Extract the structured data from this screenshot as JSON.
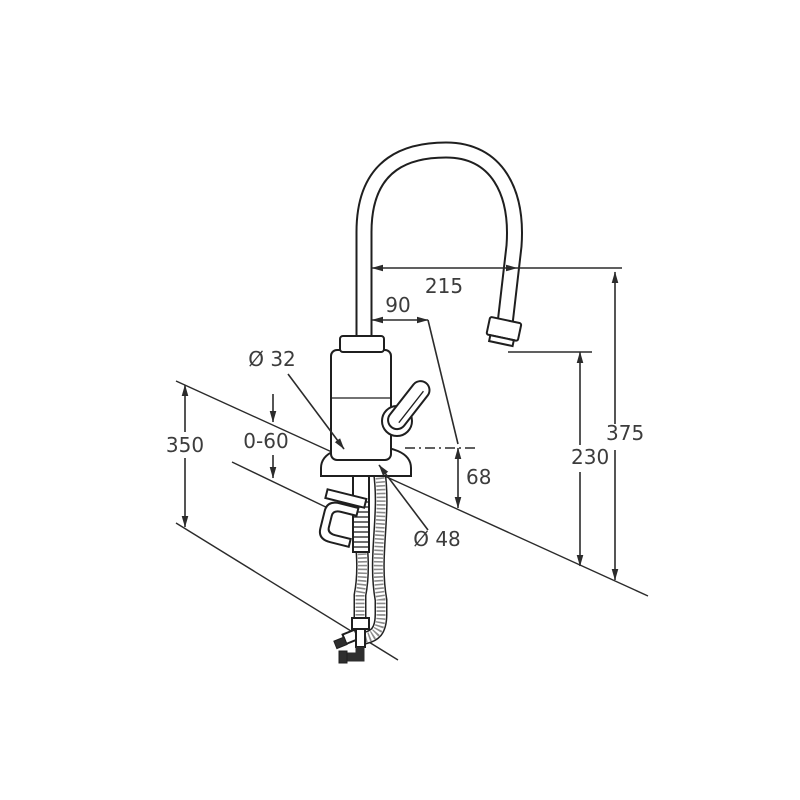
{
  "diagram": {
    "type": "technical-dimension-drawing",
    "subject": "single-lever kitchen faucet with swivel gooseneck spout, mounting shank and flexible supply hoses",
    "units": "mm",
    "dimensions": {
      "spout_reach": {
        "label": "215"
      },
      "spout_offset": {
        "label": "90"
      },
      "total_height": {
        "label": "375"
      },
      "outlet_height": {
        "label": "230"
      },
      "outlet_clearance": {
        "label": "68"
      },
      "body_diameter": {
        "label": "Ø 32"
      },
      "deck_thickness": {
        "label": "0-60"
      },
      "under_counter_length": {
        "label": "350"
      },
      "base_diameter": {
        "label": "Ø 48"
      }
    },
    "colors": {
      "background": "#ffffff",
      "line": "#2b2b2b",
      "text": "#3c3c3c"
    }
  }
}
